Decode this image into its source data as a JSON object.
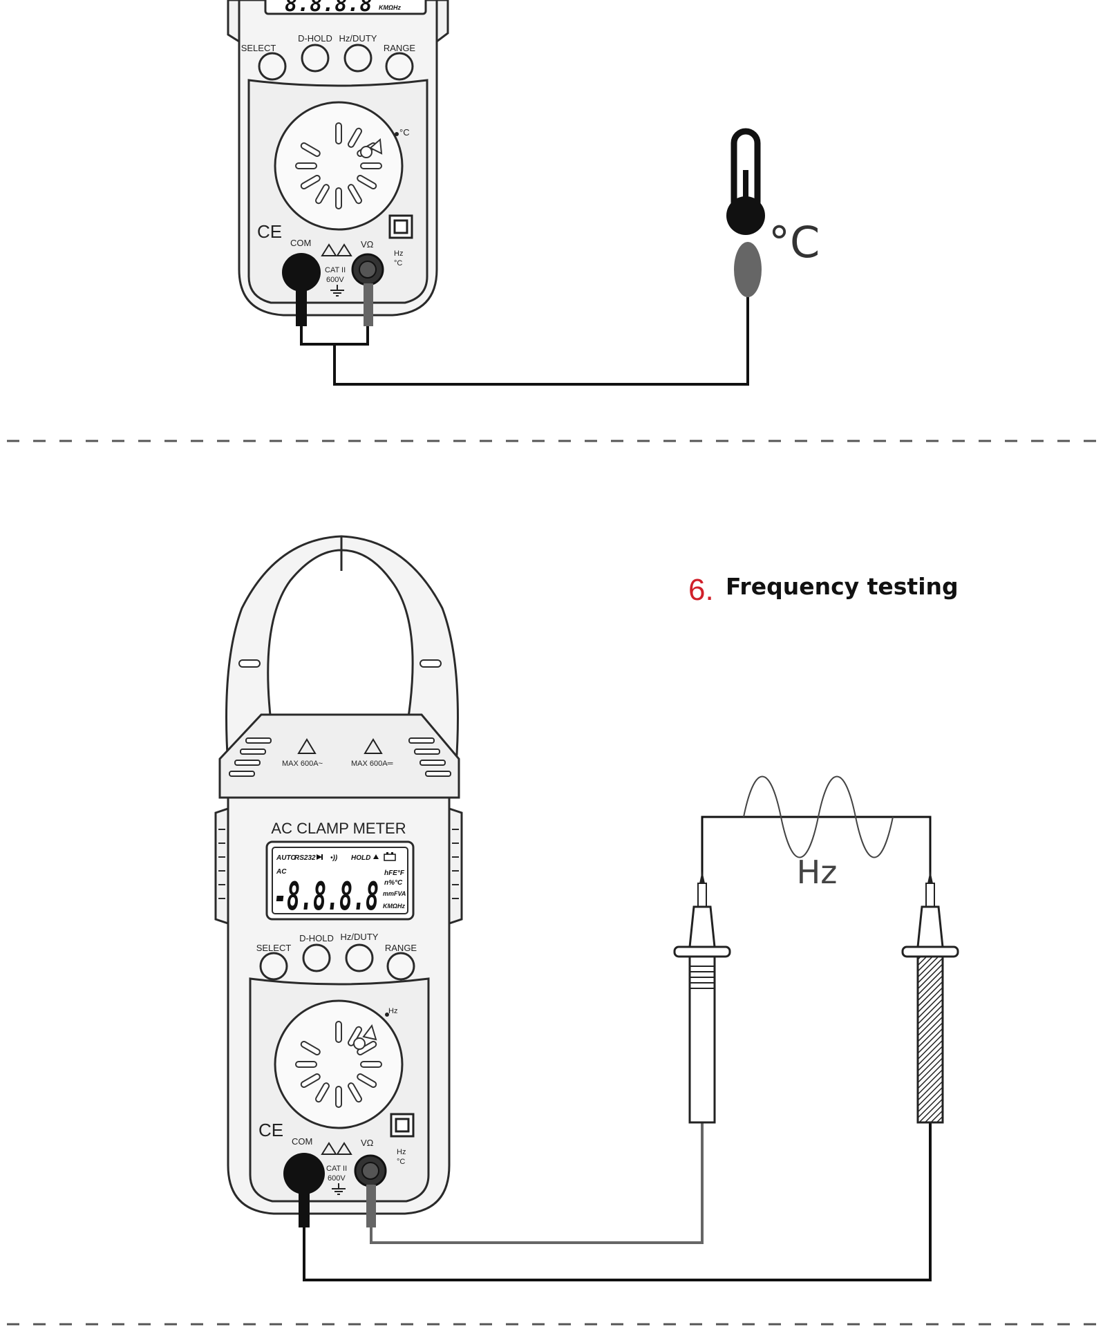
{
  "section_top": {
    "buttons": [
      "SELECT",
      "D-HOLD",
      "Hz/DUTY",
      "RANGE"
    ],
    "dial_mark": "°C",
    "ce_mark": "CE",
    "jack_com": "COM",
    "jack_v": "VΩ",
    "jack_hz": "Hz",
    "jack_c": "°C",
    "cat_line1": "CAT II",
    "cat_line2": "600V",
    "lcd_unit_fragment": "KMΩHz",
    "sensor_unit": "°C"
  },
  "section_bottom": {
    "step_number": "6.",
    "step_title": "Frequency testing",
    "max_left": "MAX 600A~",
    "max_right": "MAX 600A═",
    "meter_title": "AC CLAMP METER",
    "lcd": {
      "auto": "AUTO",
      "rs232": "RS232",
      "hold": "HOLD",
      "ac": "AC",
      "digits": "-8.8.8.8",
      "unit1": "hFE°F",
      "unit2": "n%°C",
      "unit3": "mmFVA",
      "unit4": "KMΩHz"
    },
    "buttons": [
      "SELECT",
      "D-HOLD",
      "Hz/DUTY",
      "RANGE"
    ],
    "dial_mark": "Hz",
    "ce_mark": "CE",
    "jack_com": "COM",
    "jack_v": "VΩ",
    "jack_hz": "Hz",
    "jack_c": "°C",
    "cat_line1": "CAT II",
    "cat_line2": "600V",
    "signal_label": "Hz"
  },
  "colors": {
    "accent_number": "#d0202a",
    "outline": "#2a2a2a",
    "meter_body": "#f2f2f2",
    "black_lead": "#111111",
    "grey_lead": "#666666"
  },
  "icons": [
    "thermometer-icon",
    "warning-triangle-icon",
    "ground-icon",
    "double-insulation-icon",
    "diode-icon",
    "battery-icon",
    "sine-wave-icon"
  ]
}
